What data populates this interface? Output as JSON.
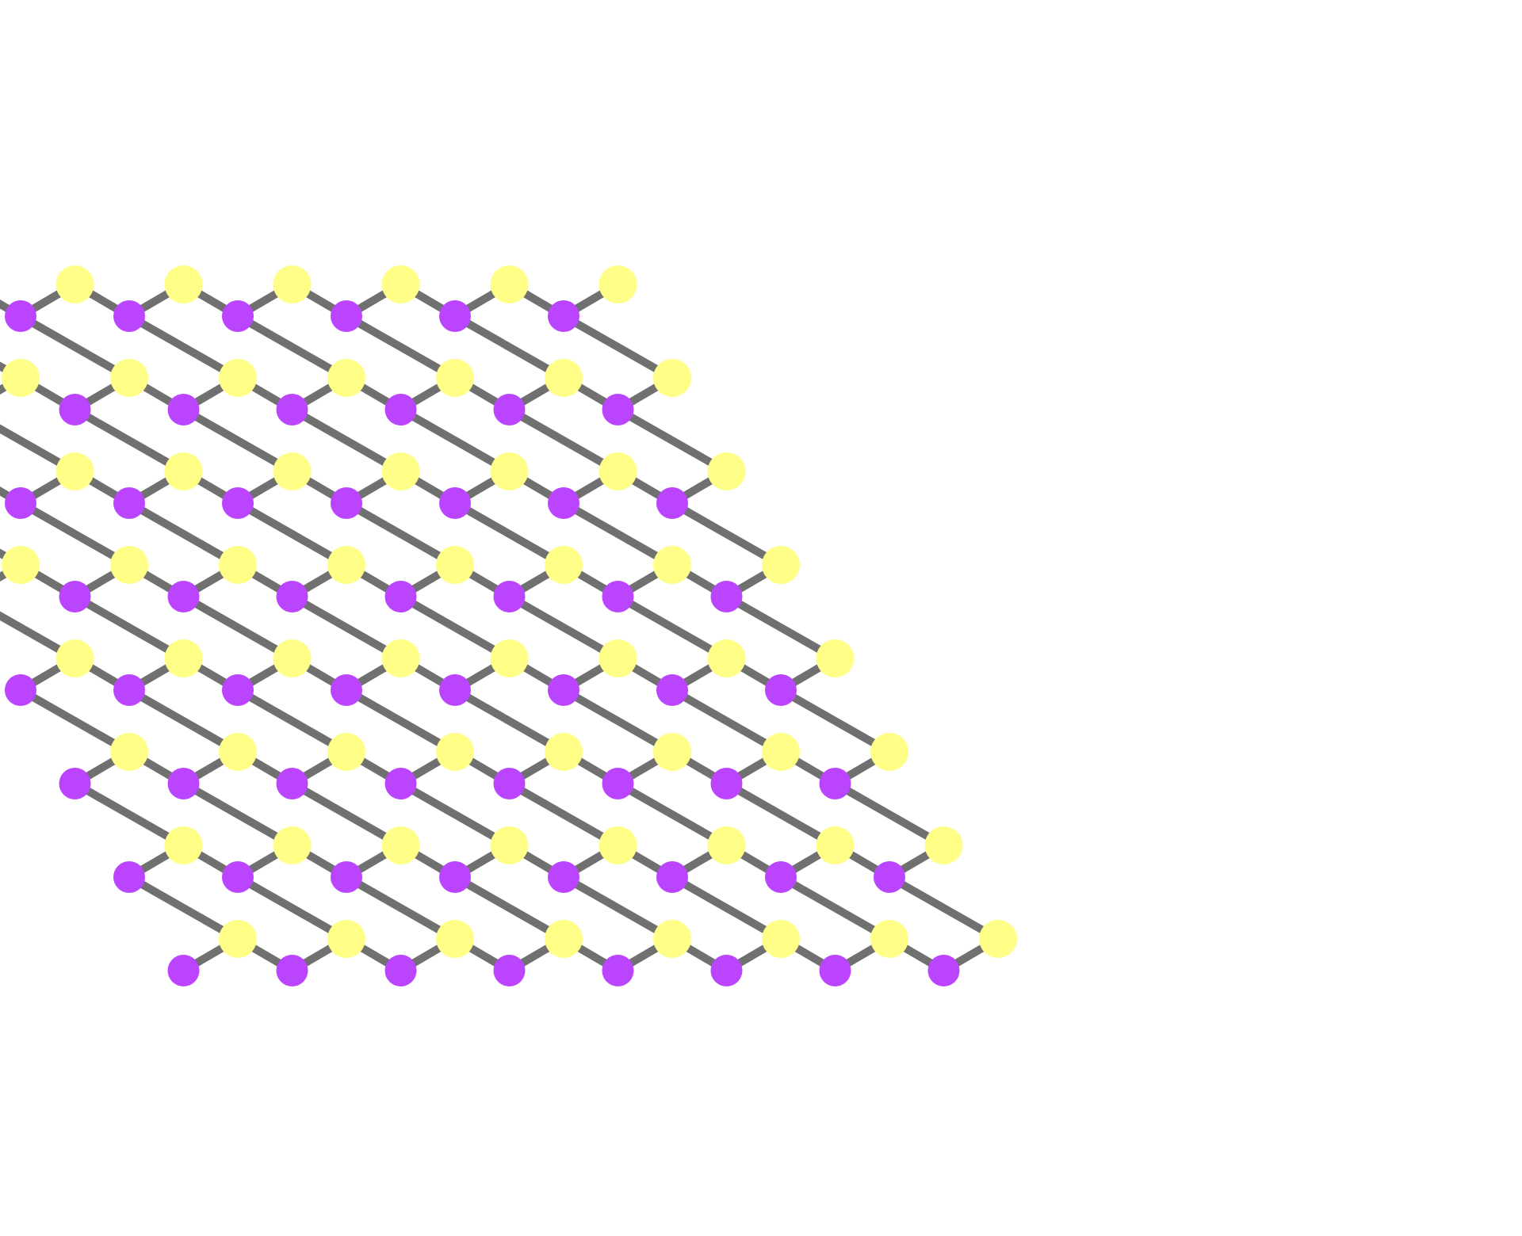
{
  "lattice": {
    "structure": "honeycomb",
    "rows": 8,
    "columns": 8,
    "colors": {
      "background": "#ffffff",
      "atom_a": "#bb44ff",
      "atom_b": "#ffff88",
      "bond": "#707070"
    },
    "sites_per_cell": [
      {
        "species": "atom_b",
        "label": ""
      },
      {
        "species": "atom_a",
        "label": ""
      }
    ]
  }
}
